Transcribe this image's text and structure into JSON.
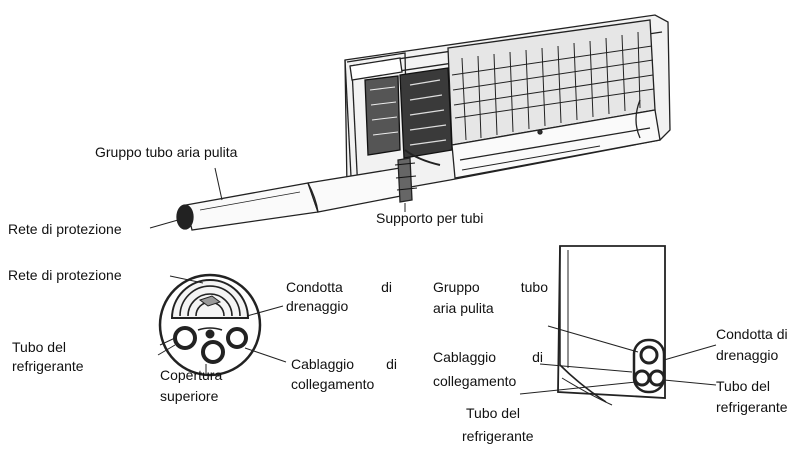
{
  "labels": {
    "gruppo_tubo_top": "Gruppo tubo aria pulita",
    "rete_protezione_1": "Rete di protezione",
    "supporto_tubi": "Supporto per tubi",
    "rete_protezione_2": "Rete di protezione",
    "condotta_left_w1": "Condotta",
    "condotta_left_w2": "di",
    "condotta_left_line2": "drenaggio",
    "tubo_del_left_1": "Tubo del",
    "tubo_del_left_2": "refrigerante",
    "cablaggio_left_w1": "Cablaggio",
    "cablaggio_left_w2": "di",
    "cablaggio_left_line2": "collegamento",
    "copertura_1": "Copertura",
    "copertura_2": "superiore",
    "gruppo_right_w1": "Gruppo",
    "gruppo_right_w2": "tubo",
    "gruppo_right_line2": "aria pulita",
    "cablaggio_right_w1": "Cablaggio",
    "cablaggio_right_w2": "di",
    "cablaggio_right_line2": "collegamento",
    "tubo_del_bottom_1": "Tubo del",
    "tubo_del_bottom_2": "refrigerante",
    "condotta_right_1": "Condotta di",
    "condotta_right_2": "drenaggio",
    "tubo_del_right_1": "Tubo del",
    "tubo_del_right_2": "refrigerante"
  }
}
